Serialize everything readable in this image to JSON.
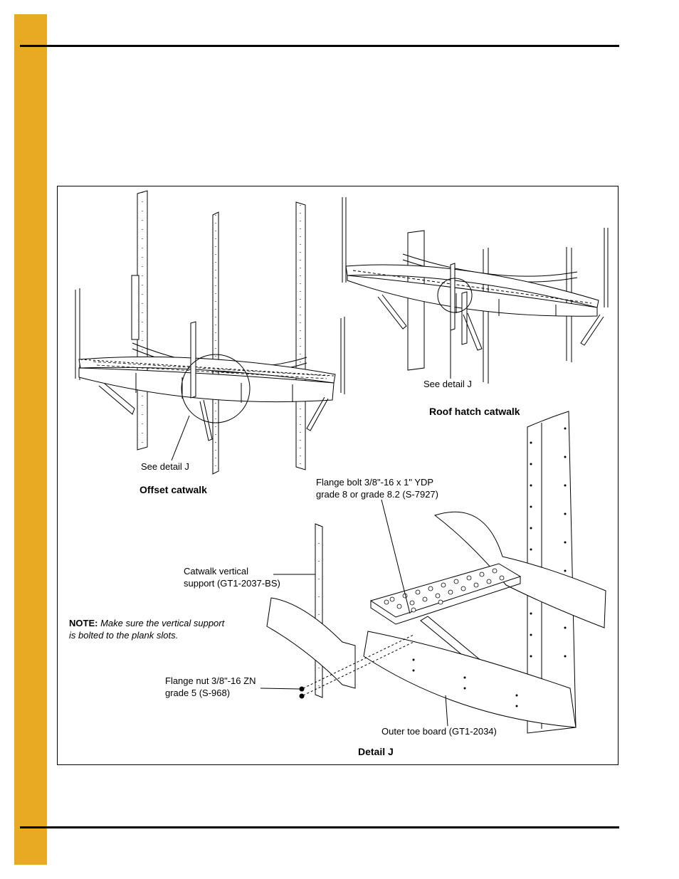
{
  "page": {
    "accent_color": "#E8AA22"
  },
  "figure": {
    "offset_catwalk": {
      "title": "Offset catwalk",
      "callout": "See detail J"
    },
    "roof_hatch_catwalk": {
      "title": "Roof hatch catwalk",
      "callout": "See detail J"
    },
    "detail_j": {
      "title": "Detail J",
      "flange_bolt_line1": "Flange bolt 3/8\"-16 x 1\" YDP",
      "flange_bolt_line2": "grade 8 or grade 8.2 (S-7927)",
      "vertical_support_line1": "Catwalk vertical",
      "vertical_support_line2": "support (GT1-2037-BS)",
      "note_label": "NOTE:",
      "note_line1": "Make sure the vertical support",
      "note_line2": "is bolted to the plank slots.",
      "flange_nut_line1": "Flange nut 3/8\"-16 ZN",
      "flange_nut_line2": "grade 5 (S-968)",
      "outer_toe_board": "Outer toe board (GT1-2034)"
    }
  }
}
